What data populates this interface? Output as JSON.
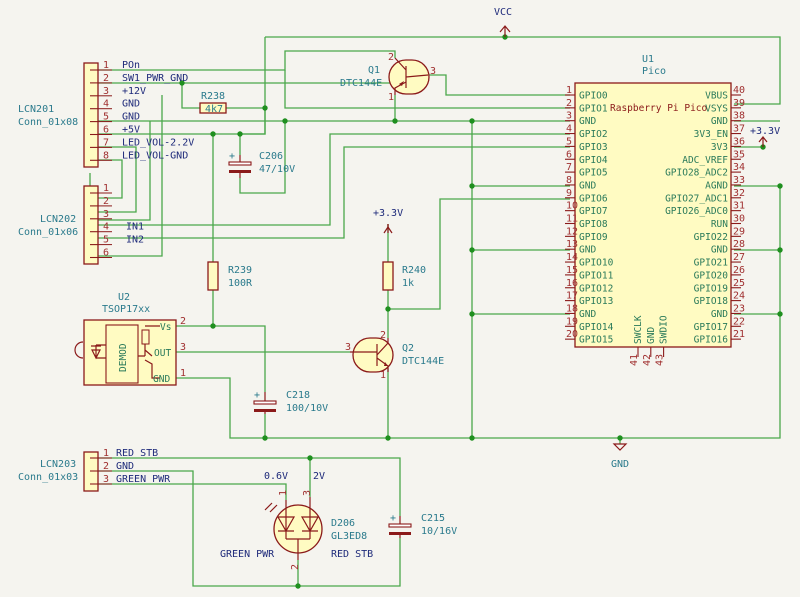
{
  "power": {
    "vcc": "VCC",
    "v33_top": "+3.3V",
    "v33_mid": "+3.3V",
    "gnd": "GND"
  },
  "lcn201": {
    "ref": "LCN201",
    "value": "Conn_01x08",
    "pins": [
      {
        "num": "1",
        "net": "POn"
      },
      {
        "num": "2",
        "net": "SW1_PWR_GND"
      },
      {
        "num": "3",
        "net": "+12V"
      },
      {
        "num": "4",
        "net": "GND"
      },
      {
        "num": "5",
        "net": "GND"
      },
      {
        "num": "6",
        "net": "+5V"
      },
      {
        "num": "7",
        "net": "LED_VOL-2.2V"
      },
      {
        "num": "8",
        "net": "LED_VOL-GND"
      }
    ]
  },
  "lcn202": {
    "ref": "LCN202",
    "value": "Conn_01x06",
    "pins": [
      {
        "num": "1",
        "net": ""
      },
      {
        "num": "2",
        "net": ""
      },
      {
        "num": "3",
        "net": ""
      },
      {
        "num": "4",
        "net": "IN1"
      },
      {
        "num": "5",
        "net": "IN2"
      },
      {
        "num": "6",
        "net": ""
      }
    ]
  },
  "lcn203": {
    "ref": "LCN203",
    "value": "Conn_01x03",
    "pins": [
      {
        "num": "1",
        "net": "RED STB"
      },
      {
        "num": "2",
        "net": "GND"
      },
      {
        "num": "3",
        "net": "GREEN PWR"
      }
    ]
  },
  "r238": {
    "ref": "R238",
    "value": "4k7"
  },
  "r239": {
    "ref": "R239",
    "value": "100R"
  },
  "r240": {
    "ref": "R240",
    "value": "1k"
  },
  "c206": {
    "ref": "C206",
    "value": "47/10V",
    "plus": "+"
  },
  "c218": {
    "ref": "C218",
    "value": "100/10V",
    "plus": "+"
  },
  "c215": {
    "ref": "C215",
    "value": "10/16V",
    "plus": "+"
  },
  "q1": {
    "ref": "Q1",
    "value": "DTC144E",
    "pins": [
      "1",
      "2",
      "3"
    ]
  },
  "q2": {
    "ref": "Q2",
    "value": "DTC144E",
    "pins": [
      "1",
      "2",
      "3"
    ]
  },
  "u2": {
    "ref": "U2",
    "value": "TSOP17xx",
    "block": "DEMOD",
    "pins": [
      {
        "num": "2",
        "name": "Vs"
      },
      {
        "num": "3",
        "name": "OUT"
      },
      {
        "num": "1",
        "name": "GND"
      }
    ]
  },
  "d206": {
    "ref": "D206",
    "value": "GL3ED8",
    "label_left": "GREEN PWR",
    "label_right": "RED STB",
    "v1": "0.6V",
    "v2": "2V",
    "pins": [
      "1",
      "2",
      "3"
    ]
  },
  "u1": {
    "ref": "U1",
    "value": "Pico",
    "title": "Raspberry Pi Pico",
    "left_pins": [
      {
        "num": "1",
        "name": "GPIO0"
      },
      {
        "num": "2",
        "name": "GPIO1"
      },
      {
        "num": "3",
        "name": "GND"
      },
      {
        "num": "4",
        "name": "GPIO2"
      },
      {
        "num": "5",
        "name": "GPIO3"
      },
      {
        "num": "6",
        "name": "GPIO4"
      },
      {
        "num": "7",
        "name": "GPIO5"
      },
      {
        "num": "8",
        "name": "GND"
      },
      {
        "num": "9",
        "name": "GPIO6"
      },
      {
        "num": "10",
        "name": "GPIO7"
      },
      {
        "num": "11",
        "name": "GPIO8"
      },
      {
        "num": "12",
        "name": "GPIO9"
      },
      {
        "num": "13",
        "name": "GND"
      },
      {
        "num": "14",
        "name": "GPIO10"
      },
      {
        "num": "15",
        "name": "GPIO11"
      },
      {
        "num": "16",
        "name": "GPIO12"
      },
      {
        "num": "17",
        "name": "GPIO13"
      },
      {
        "num": "18",
        "name": "GND"
      },
      {
        "num": "19",
        "name": "GPIO14"
      },
      {
        "num": "20",
        "name": "GPIO15"
      }
    ],
    "right_pins": [
      {
        "num": "40",
        "name": "VBUS"
      },
      {
        "num": "39",
        "name": "VSYS"
      },
      {
        "num": "38",
        "name": "GND"
      },
      {
        "num": "37",
        "name": "3V3_EN"
      },
      {
        "num": "36",
        "name": "3V3"
      },
      {
        "num": "35",
        "name": "ADC_VREF"
      },
      {
        "num": "34",
        "name": "GPIO28_ADC2"
      },
      {
        "num": "33",
        "name": "AGND"
      },
      {
        "num": "32",
        "name": "GPIO27_ADC1"
      },
      {
        "num": "31",
        "name": "GPIO26_ADC0"
      },
      {
        "num": "30",
        "name": "RUN"
      },
      {
        "num": "29",
        "name": "GPIO22"
      },
      {
        "num": "28",
        "name": "GND"
      },
      {
        "num": "27",
        "name": "GPIO21"
      },
      {
        "num": "26",
        "name": "GPIO20"
      },
      {
        "num": "25",
        "name": "GPIO19"
      },
      {
        "num": "24",
        "name": "GPIO18"
      },
      {
        "num": "23",
        "name": "GND"
      },
      {
        "num": "22",
        "name": "GPIO17"
      },
      {
        "num": "21",
        "name": "GPIO16"
      }
    ],
    "bottom_pins": [
      {
        "num": "41",
        "name": "SWCLK"
      },
      {
        "num": "42",
        "name": "GND"
      },
      {
        "num": "43",
        "name": "SWDIO"
      }
    ]
  }
}
